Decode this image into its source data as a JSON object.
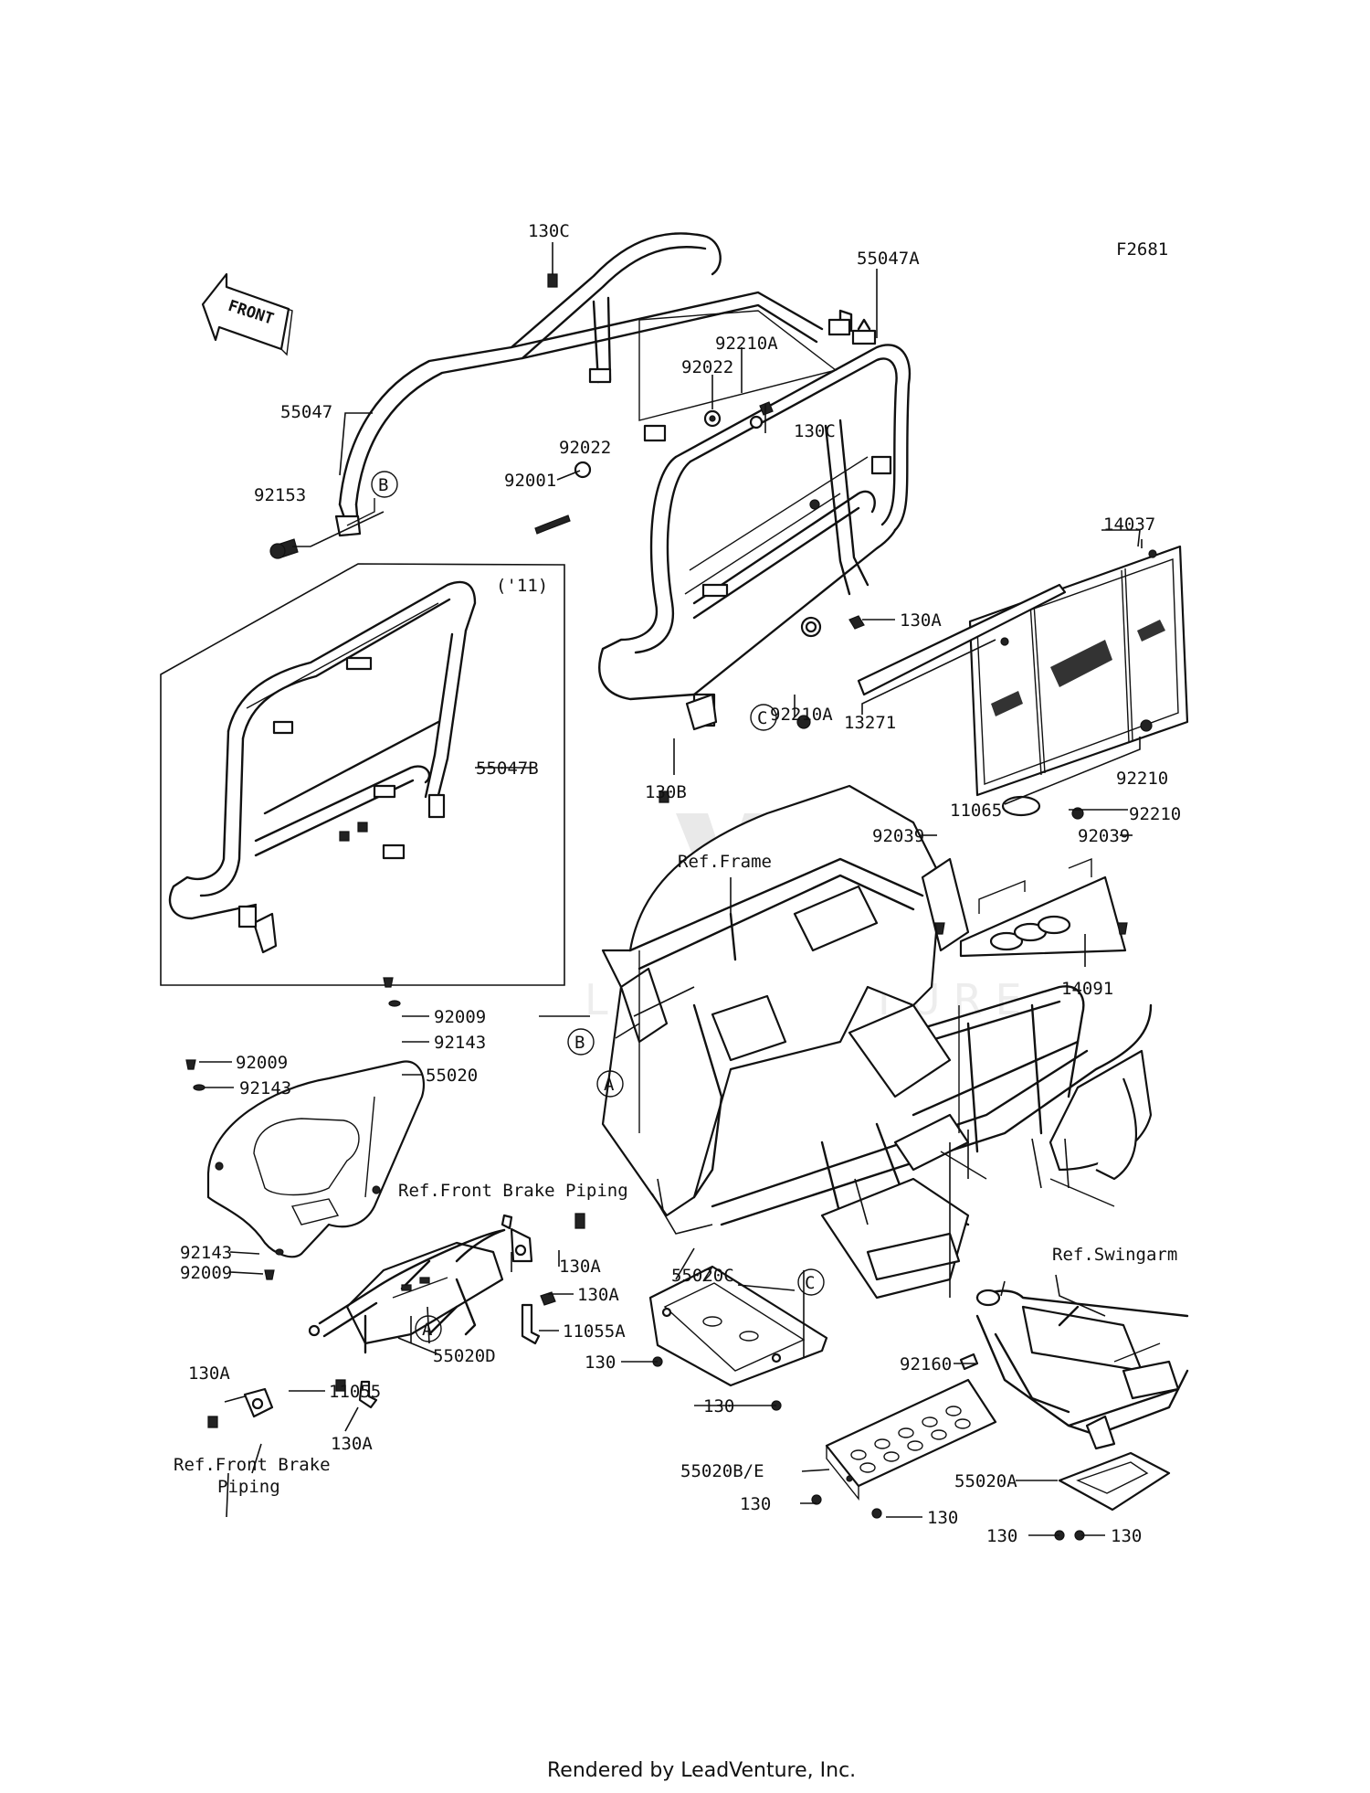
{
  "diagram_code": "F2681",
  "front_arrow": "FRONT",
  "variant_note": "('11)",
  "footer": "Rendered by LeadVenture, Inc.",
  "watermark": "LEADVENTURE",
  "callouts": {
    "c130C_top": "130C",
    "c55047A": "55047A",
    "c92210A_top": "92210A",
    "c92022_top": "92022",
    "c55047": "55047",
    "c92022_mid": "92022",
    "c130C_mid": "130C",
    "c92001": "92001",
    "c92153": "92153",
    "c14037": "14037",
    "c130A_mid": "130A",
    "c92210A_mid": "92210A",
    "c13271": "13271",
    "c130B": "130B",
    "c92210_a": "92210",
    "c92210_b": "92210",
    "c11065": "11065",
    "c92039_l": "92039",
    "c92039_r": "92039",
    "c55047B": "55047B",
    "c14091": "14091",
    "c92009_top": "92009",
    "c92143_top": "92143",
    "c92009_l": "92009",
    "c55020": "55020",
    "c92143_l": "92143",
    "c92143_low": "92143",
    "c92009_low": "92009",
    "c130A_a": "130A",
    "c130A_b": "130A",
    "c11055A": "11055A",
    "c55020D": "55020D",
    "c11055": "11055",
    "c130A_c": "130A",
    "c130A_d": "130A",
    "c55020C": "55020C",
    "c130_a": "130",
    "c130_b": "130",
    "c92160": "92160",
    "c55020BE": "55020B/E",
    "c130_c": "130",
    "c130_d": "130",
    "c55020A": "55020A",
    "c130_e": "130",
    "c130_f": "130"
  },
  "refs": {
    "frame": "Ref.Frame",
    "front_brake_piping_top": "Ref.Front Brake Piping",
    "swingarm": "Ref.Swingarm",
    "front_brake_piping_bottom_1": "Ref.Front Brake",
    "front_brake_piping_bottom_2": "Piping"
  },
  "circles": {
    "B_top": "B",
    "C_mid": "C",
    "B_frame": "B",
    "A_frame": "A",
    "C_frame": "C",
    "A_bumper": "A"
  }
}
